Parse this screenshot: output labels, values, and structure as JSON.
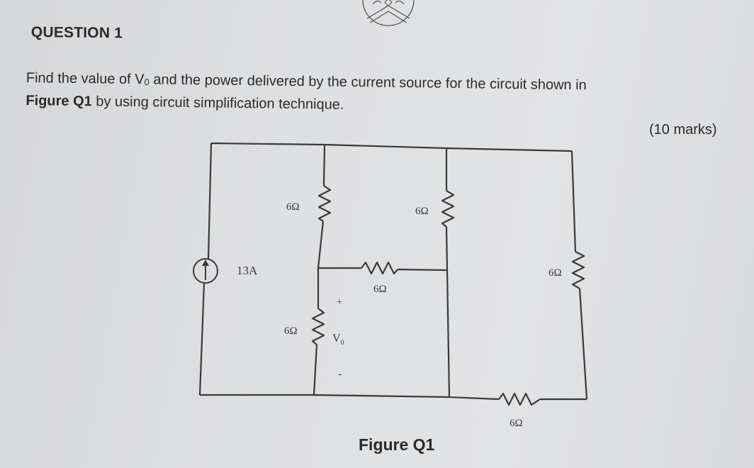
{
  "header": {
    "logo_icon": "university-crest-icon",
    "question_title": "QUESTION 1"
  },
  "question": {
    "line1_prefix": "Find the value of V",
    "line1_sub": "0",
    "line1_suffix": " and the power delivered by the current source for the circuit shown in",
    "line2_bold": "Figure Q1",
    "line2_rest": " by using circuit simplification technique.",
    "marks": "(10 marks)"
  },
  "figure": {
    "caption": "Figure Q1",
    "source": {
      "label": "13A",
      "type": "current-source",
      "direction": "up",
      "icon": "arrow-up-icon"
    },
    "resistors": [
      {
        "id": "R1",
        "label": "6Ω",
        "position": "upper-left-vertical"
      },
      {
        "id": "R2",
        "label": "6Ω",
        "position": "upper-middle-vertical"
      },
      {
        "id": "R3",
        "label": "6Ω",
        "position": "middle-horizontal"
      },
      {
        "id": "R4",
        "label": "6Ω",
        "position": "lower-left-vertical"
      },
      {
        "id": "R5",
        "label": "6Ω",
        "position": "right-vertical"
      },
      {
        "id": "R6",
        "label": "6Ω",
        "position": "bottom-horizontal"
      }
    ],
    "output": {
      "plus": "+",
      "label_main": "V",
      "label_sub": "0",
      "minus": "-"
    }
  }
}
